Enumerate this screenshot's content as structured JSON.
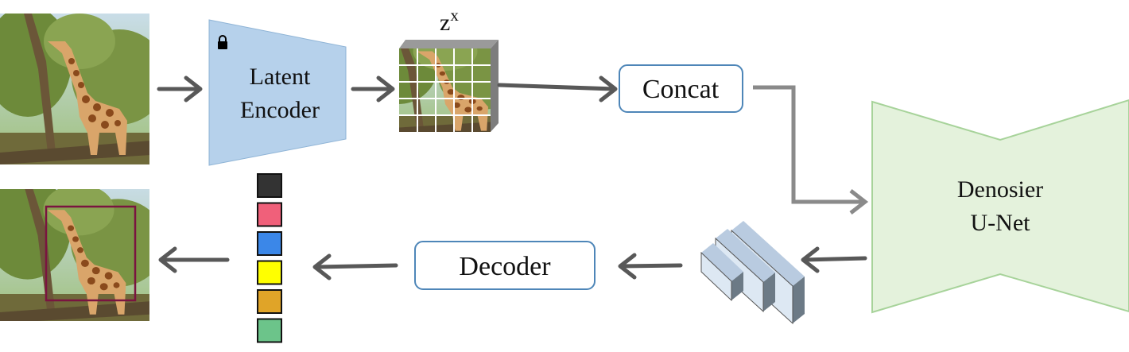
{
  "encoder": {
    "line1": "Latent",
    "line2": "Encoder",
    "lock_icon": "lock-icon"
  },
  "latent": {
    "label_base": "z",
    "label_sup": "x"
  },
  "concat": {
    "label": "Concat"
  },
  "unet": {
    "line1": "Denosier",
    "line2": "U-Net"
  },
  "decoder": {
    "label": "Decoder"
  },
  "tokens": {
    "colors": [
      "#333333",
      "#f0607a",
      "#3b87e8",
      "#ffff00",
      "#e0a428",
      "#6cc48a"
    ]
  },
  "colors": {
    "encoder_fill": "#b6d1eb",
    "unet_fill": "#e4f2dc",
    "unet_stroke": "#a7d39a",
    "box_stroke": "#4e86b8",
    "arrow": "#585858",
    "bbox": "#7a1440"
  }
}
